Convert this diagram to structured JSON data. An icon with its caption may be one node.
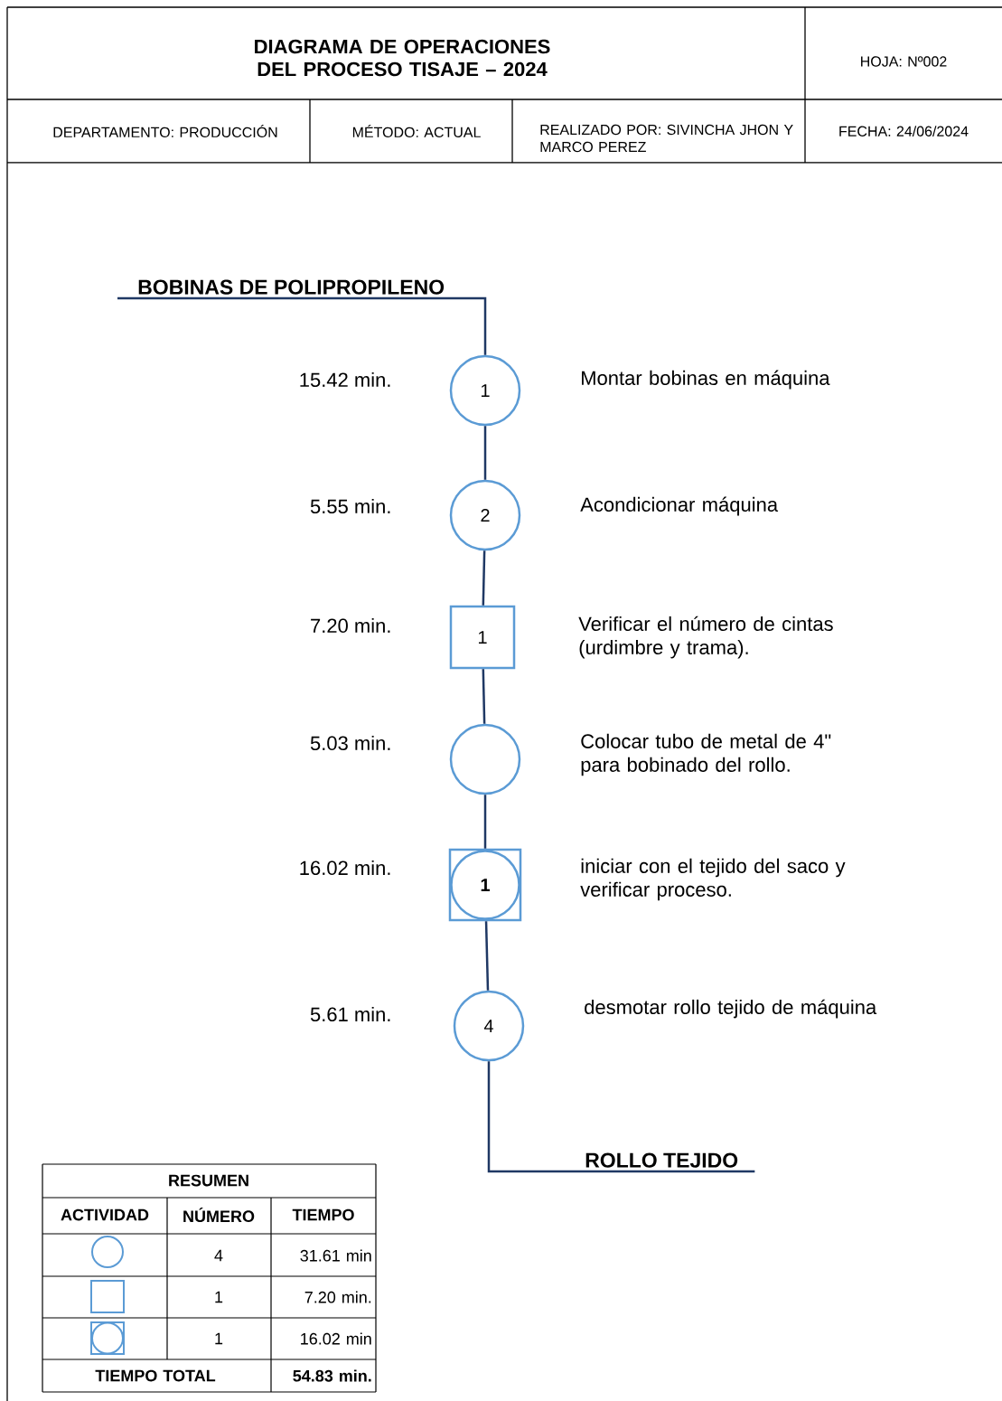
{
  "diagram": {
    "title": "DIAGRAMA DE OPERACIONES DEL PROCESO TISAJE – 2024",
    "nodes": [
      {
        "text": [
          "BOBINAS DE POLIPROPILENO"
        ]
      },
      {
        "text": [
          "1"
        ],
        "beside": [
          "15.42 min.",
          "Montar bobinas en máquina"
        ]
      },
      {
        "text": [
          "2"
        ],
        "beside": [
          "5.55 min.",
          "Acondicionar máquina"
        ]
      },
      {
        "text": [
          "1"
        ],
        "beside": [
          "7.20 min.",
          "Verificar el número de cintas (urdimbre y trama)."
        ]
      },
      {
        "text": [],
        "shape": "circle",
        "beside": [
          "5.03 min.",
          "Colocar tubo de metal de 4\" para bobinado del rollo."
        ]
      },
      {
        "text": [
          "1"
        ],
        "beside": [
          "16.02 min.",
          "iniciar con el tejido del saco y verificar proceso."
        ]
      },
      {
        "text": [
          "4"
        ],
        "beside": [
          "5.61 min.",
          "desmotar rollo tejido de máquina"
        ]
      },
      {
        "text": [
          "ROLLO TEJIDO"
        ]
      }
    ],
    "edges": [
      {
        "from": 0,
        "to": 1,
        "arrow": "none"
      },
      {
        "from": 1,
        "to": 2,
        "arrow": "none"
      },
      {
        "from": 2,
        "to": 3,
        "arrow": "none"
      },
      {
        "from": 3,
        "to": 4,
        "arrow": "none"
      },
      {
        "from": 4,
        "to": 5,
        "arrow": "none"
      },
      {
        "from": 5,
        "to": 6,
        "arrow": "none"
      },
      {
        "from": 6,
        "to": 7,
        "arrow": "none"
      }
    ],
    "labels": [
      "HOJA: Nº002",
      "DEPARTAMENTO: PRODUCCIÓN",
      "MÉTODO: ACTUAL",
      "REALIZADO POR: SIVINCHA JHON Y MARCO PEREZ",
      "FECHA: 24/06/2024",
      "RESUMEN",
      "ACTIVIDAD",
      "NÚMERO",
      "TIEMPO",
      "4",
      "31.61 min",
      "1",
      "7.20 min.",
      "1",
      "16.02 min",
      "TIEMPO TOTAL",
      "54.83 min."
    ]
  }
}
